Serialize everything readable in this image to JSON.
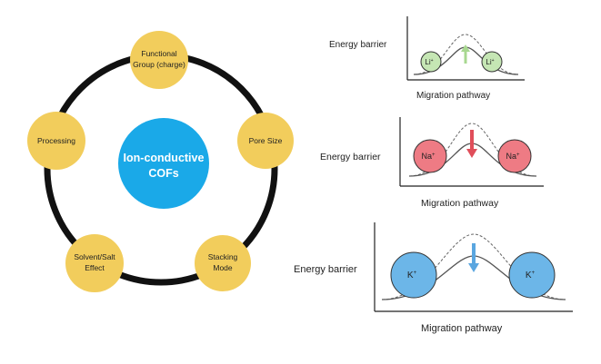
{
  "colors": {
    "node_fill": "#F2CD5C",
    "center_fill": "#1AA9E8",
    "ring_stroke": "#111111",
    "li_fill": "#C5E6B4",
    "li_arrow": "#A8D890",
    "na_fill": "#EE7B84",
    "na_arrow": "#E04E5A",
    "k_fill": "#6CB6E8",
    "k_arrow": "#5AA6E0"
  },
  "center": {
    "line1": "Ion-conductive",
    "line2": "COFs"
  },
  "nodes": [
    {
      "id": "functional-group",
      "lines": [
        "Functional",
        "Group (charge)"
      ]
    },
    {
      "id": "pore-size",
      "lines": [
        "Pore Size"
      ]
    },
    {
      "id": "stacking-mode",
      "lines": [
        "Stacking",
        "Mode"
      ]
    },
    {
      "id": "solvent-salt",
      "lines": [
        "Solvent/Salt",
        "Effect"
      ]
    },
    {
      "id": "processing",
      "lines": [
        "Processing"
      ]
    }
  ],
  "panels": [
    {
      "id": "li",
      "ylabel": "Energy barrier",
      "xlabel": "Migration pathway",
      "ion": "Li",
      "charge": "+"
    },
    {
      "id": "na",
      "ylabel": "Energy barrier",
      "xlabel": "Migration pathway",
      "ion": "Na",
      "charge": "+"
    },
    {
      "id": "k",
      "ylabel": "Energy barrier",
      "xlabel": "Migration pathway",
      "ion": "K",
      "charge": "+"
    }
  ]
}
